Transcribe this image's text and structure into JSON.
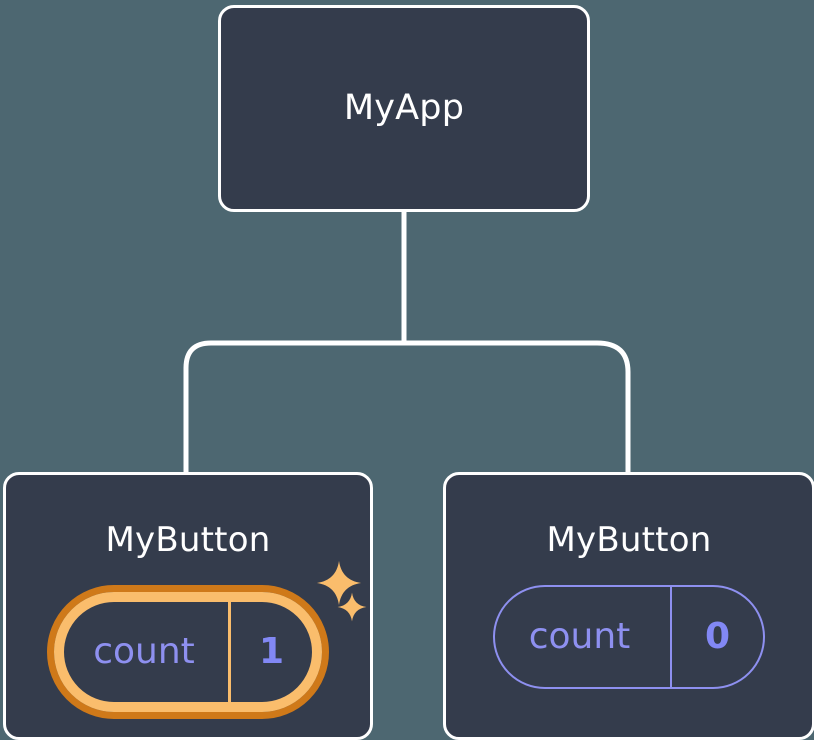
{
  "diagram": {
    "type": "component-tree",
    "background_color": "#4d6771",
    "node_fill": "#343c4c",
    "node_border": "#ffffff",
    "edge_color": "#ffffff",
    "accent_highlight": "#fabd6c",
    "accent_highlight_dark": "#cf7919",
    "state_color": "#8e90f0"
  },
  "root": {
    "title": "MyApp"
  },
  "children": [
    {
      "title": "MyButton",
      "state": {
        "label": "count",
        "value": "1"
      },
      "highlighted": true,
      "sparkles": [
        "sparkle-large-icon",
        "sparkle-small-icon"
      ]
    },
    {
      "title": "MyButton",
      "state": {
        "label": "count",
        "value": "0"
      },
      "highlighted": false
    }
  ]
}
